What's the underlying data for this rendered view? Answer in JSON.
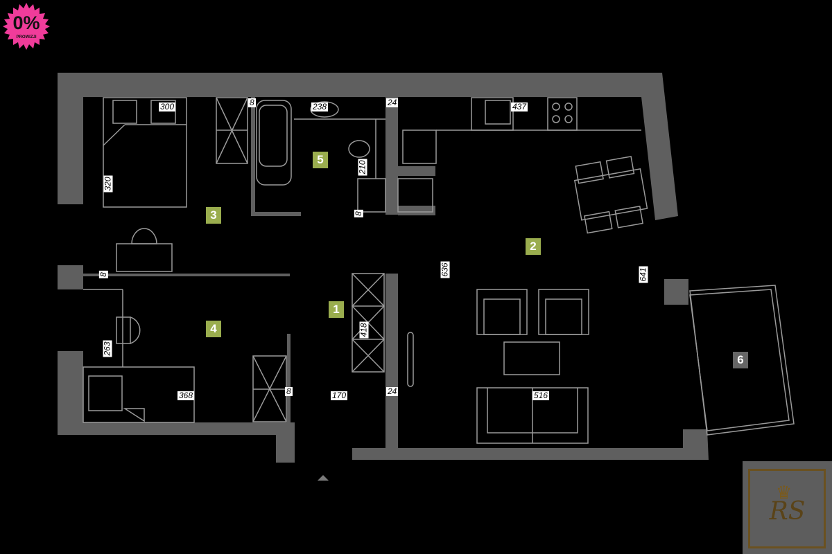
{
  "badge": {
    "value": "0%",
    "caption": "PROWIZJI"
  },
  "rooms": [
    "1",
    "2",
    "3",
    "4",
    "5",
    "6"
  ],
  "dimensions": {
    "d300": "300",
    "d8a": "8",
    "d238": "238",
    "d24a": "24",
    "d437": "437",
    "d320": "320",
    "d210": "210",
    "d8b": "8",
    "d636": "636",
    "d641": "641",
    "d8c": "8",
    "d418": "418",
    "d263": "263",
    "d368": "368",
    "d8d": "8",
    "d170": "170",
    "d24b": "24",
    "d516": "516"
  },
  "logo": {
    "initials": "RS"
  }
}
